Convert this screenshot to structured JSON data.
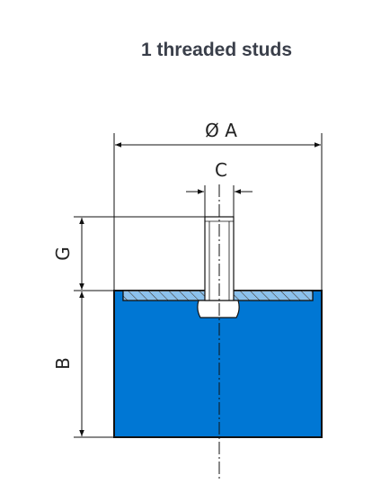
{
  "title": "1 threaded studs",
  "labels": {
    "diameter": "Ø A",
    "stud_width": "C",
    "stud_height": "G",
    "body_height": "B"
  },
  "colors": {
    "rubber": "#0077d4",
    "line": "#111111"
  }
}
